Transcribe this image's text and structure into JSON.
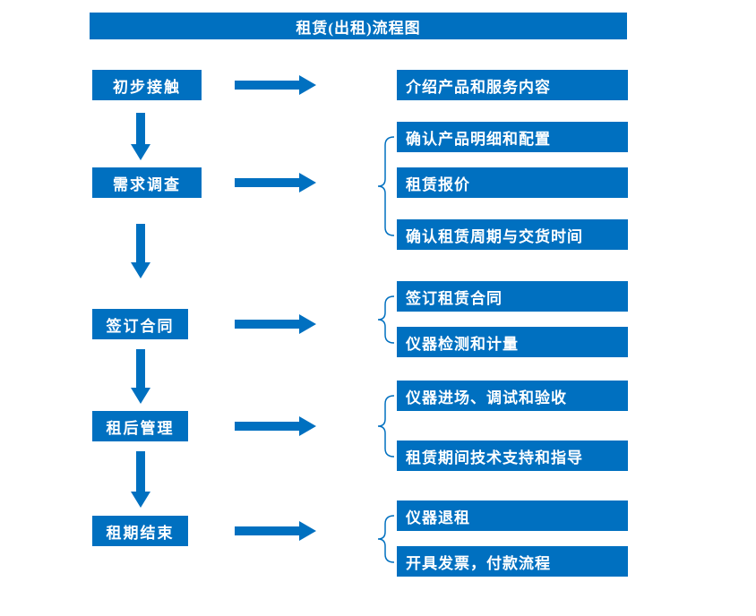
{
  "title": "租赁(出租)流程图",
  "colors": {
    "primary": "#0070C0",
    "box_text": "#ffffff",
    "background": "#ffffff"
  },
  "stages": [
    {
      "label": "初步接触",
      "details": [
        "介绍产品和服务内容"
      ]
    },
    {
      "label": "需求调查",
      "details": [
        "确认产品明细和配置",
        "租赁报价",
        "确认租赁周期与交货时间"
      ]
    },
    {
      "label": "签订合同",
      "details": [
        "签订租赁合同",
        "仪器检测和计量"
      ]
    },
    {
      "label": "租后管理",
      "details": [
        "仪器进场、调试和验收",
        "租赁期间技术支持和指导"
      ]
    },
    {
      "label": "租期结束",
      "details": [
        "仪器退租",
        "开具发票，付款流程"
      ]
    }
  ]
}
